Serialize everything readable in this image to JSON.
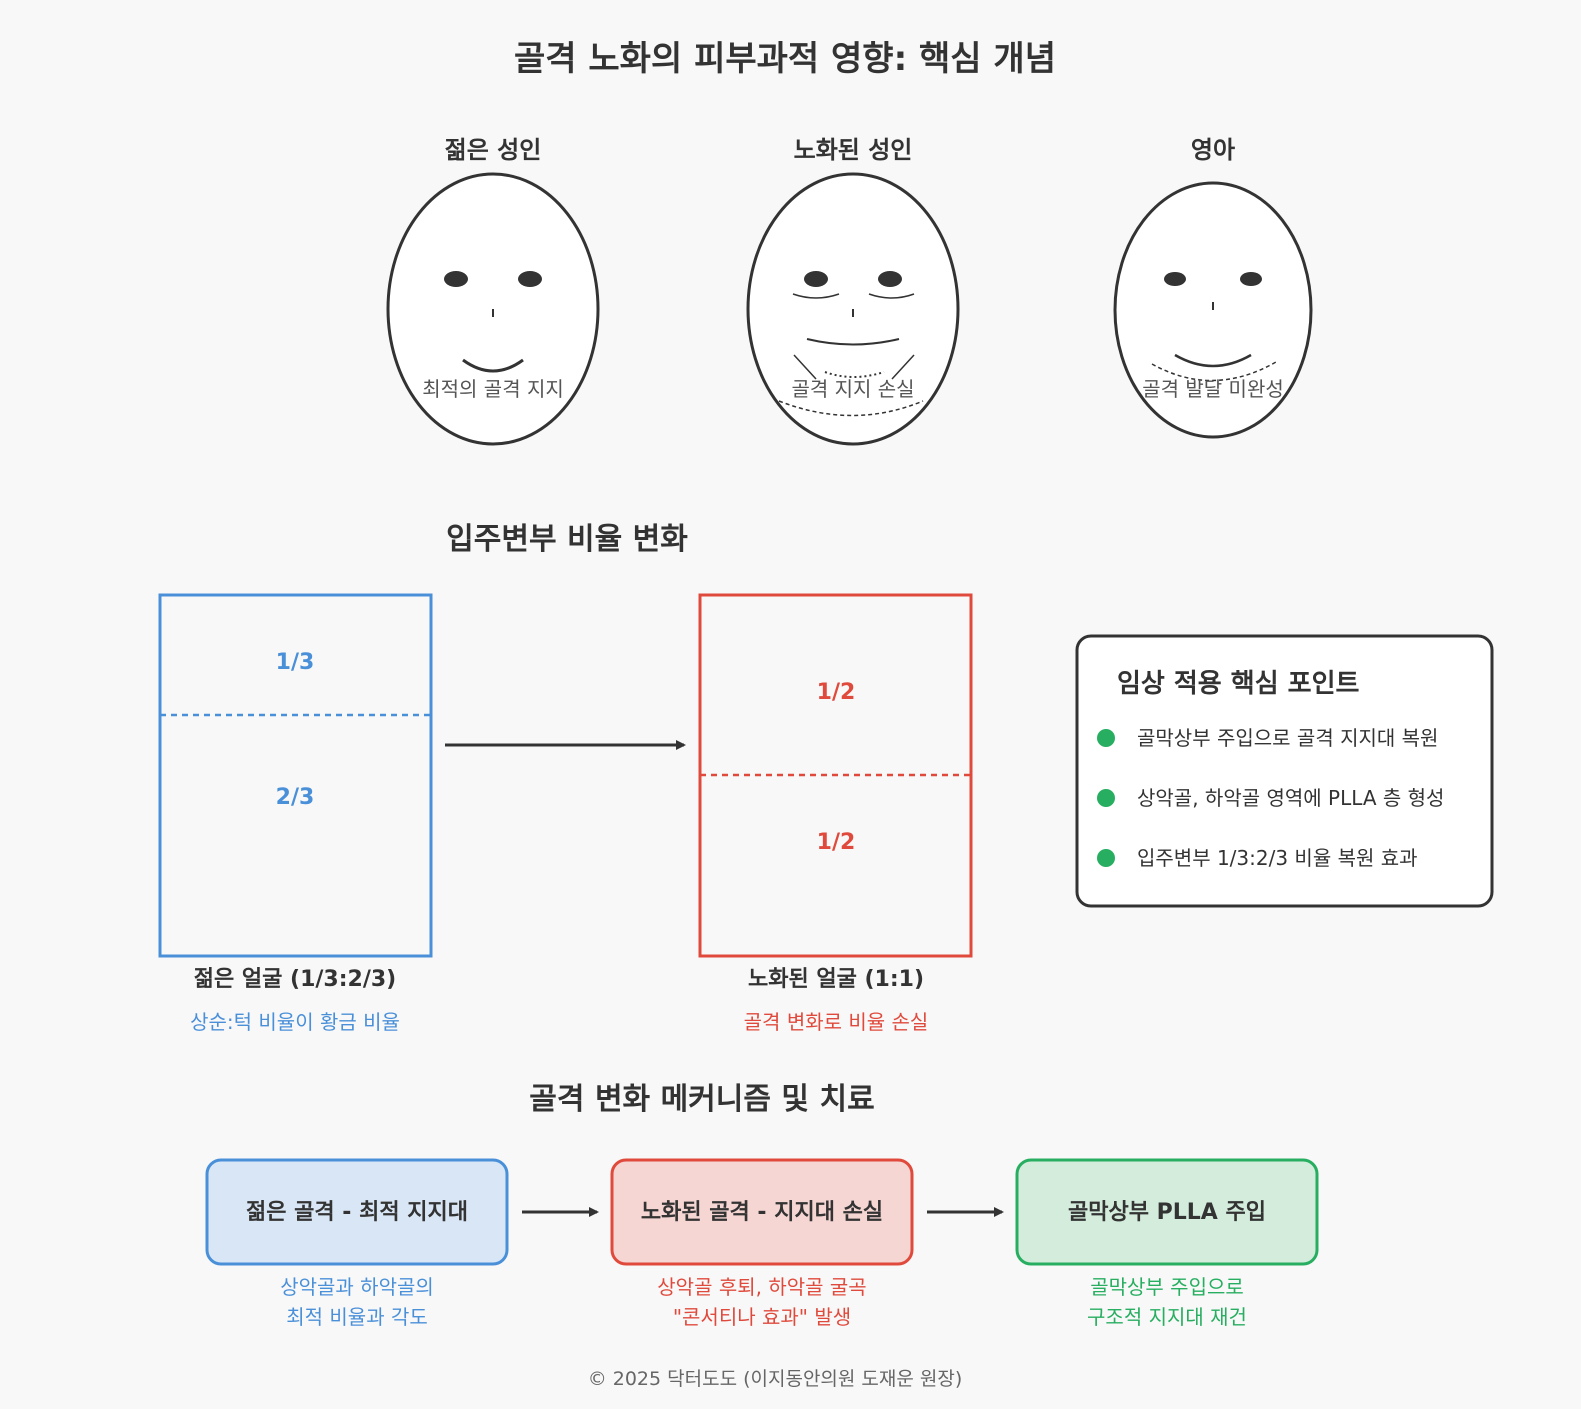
{
  "title": "골격 노화의 피부과적 영향: 핵심 개념",
  "faces": {
    "young": {
      "label": "젊은 성인",
      "caption": "최적의 골격 지지"
    },
    "aged": {
      "label": "노화된 성인",
      "caption": "골격 지지 손실"
    },
    "infant": {
      "label": "영아",
      "caption": "골격 발달 미완성"
    }
  },
  "ratio_section": {
    "heading": "입주변부 비율 변화",
    "young": {
      "top_label": "1/3",
      "bottom_label": "2/3",
      "name": "젊은 얼굴 (1/3:2/3)",
      "note": "상순:턱 비율이 황금 비율",
      "color": "#4a90d9"
    },
    "aged": {
      "top_label": "1/2",
      "bottom_label": "1/2",
      "name": "노화된 얼굴 (1:1)",
      "note": "골격 변화로 비율 손실",
      "color": "#e04a3c"
    }
  },
  "clinical": {
    "heading": "임상 적용 핵심 포인트",
    "points": [
      "골막상부 주입으로 골격 지지대 복원",
      "상악골, 하악골 영역에 PLLA 층 형성",
      "입주변부 1/3:2/3 비율 복원 효과"
    ],
    "bullet_color": "#27ae60"
  },
  "mechanism": {
    "heading": "골격 변화 메커니즘 및 치료",
    "steps": [
      {
        "title": "젊은 골격 - 최적 지지대",
        "desc_line1": "상악골과 하악골의",
        "desc_line2": "최적 비율과 각도",
        "color": "#4a90d9",
        "fill": "#d9e6f5"
      },
      {
        "title": "노화된 골격 - 지지대 손실",
        "desc_line1": "상악골 후퇴, 하악골 굴곡",
        "desc_line2": "\"콘서티나 효과\" 발생",
        "color": "#e04a3c",
        "fill": "#f5d6d3"
      },
      {
        "title": "골막상부 PLLA 주입",
        "desc_line1": "골막상부 주입으로",
        "desc_line2": "구조적 지지대 재건",
        "color": "#27ae60",
        "fill": "#d3ecdc"
      }
    ]
  },
  "footer": "© 2025 닥터도도 (이지동안의원 도재운 원장)"
}
